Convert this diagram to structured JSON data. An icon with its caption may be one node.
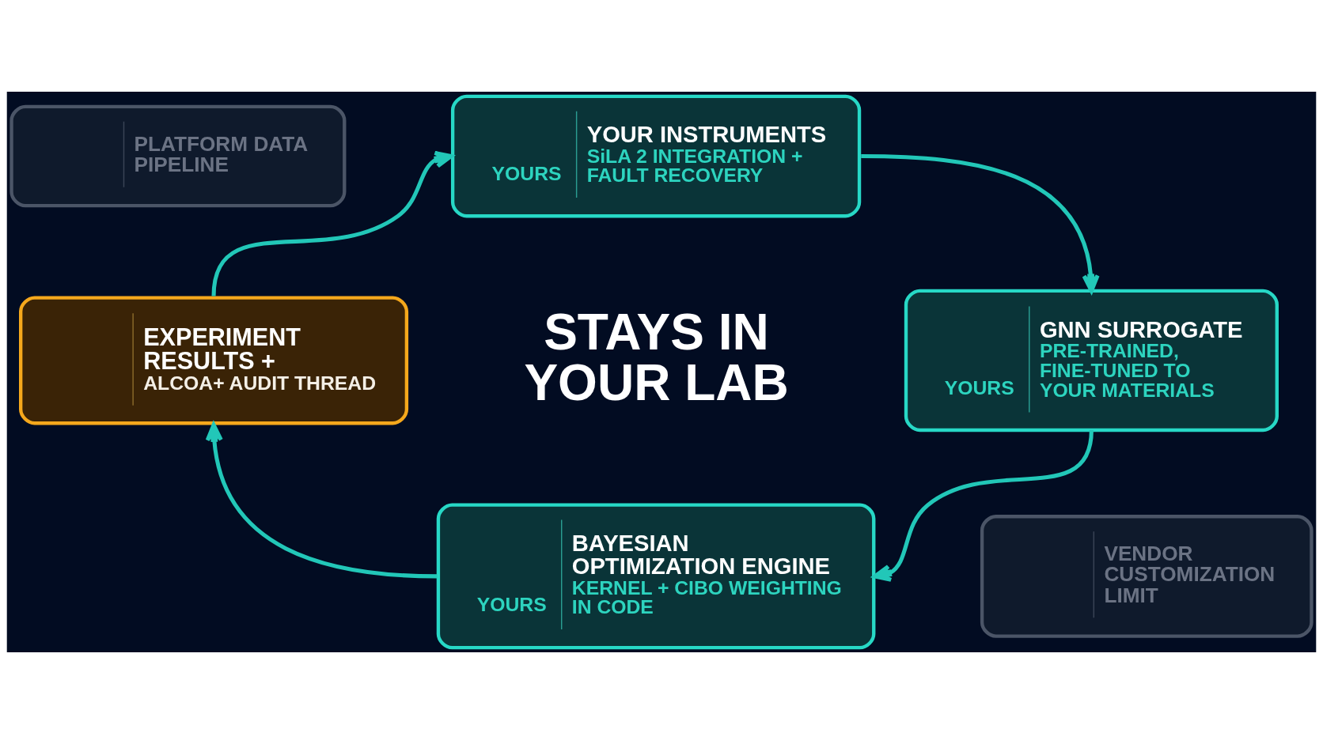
{
  "diagram": {
    "nodes": [
      {
        "text": [
          "PLATFORM DATA PIPELINE"
        ]
      },
      {
        "text": [
          "YOURS",
          "YOUR INSTRUMENTS",
          "SiLA 2 INTEGRATION + FAULT RECOVERY"
        ]
      },
      {
        "text": [
          "EXPERIMENT RESULTS +",
          "ALCOA+ AUDIT THREAD"
        ]
      },
      {
        "text": [
          "YOURS",
          "GNN SURROGATE",
          "PRE-TRAINED, FINE-TUNED TO YOUR MATERIALS"
        ]
      },
      {
        "text": [
          "YOURS",
          "BAYESIAN OPTIMIZATION ENGINE",
          "KERNEL + CIBO WEIGHTING IN CODE"
        ]
      },
      {
        "text": [
          "VENDOR CUSTOMIZATION LIMIT"
        ]
      }
    ],
    "edges": [
      {
        "from": 2,
        "to": 1,
        "arrow": "to"
      },
      {
        "from": 1,
        "to": 3,
        "arrow": "to"
      },
      {
        "from": 3,
        "to": 4,
        "arrow": "to"
      },
      {
        "from": 4,
        "to": 2,
        "arrow": "to"
      }
    ],
    "labels": [
      "STAYS IN YOUR LAB"
    ]
  }
}
